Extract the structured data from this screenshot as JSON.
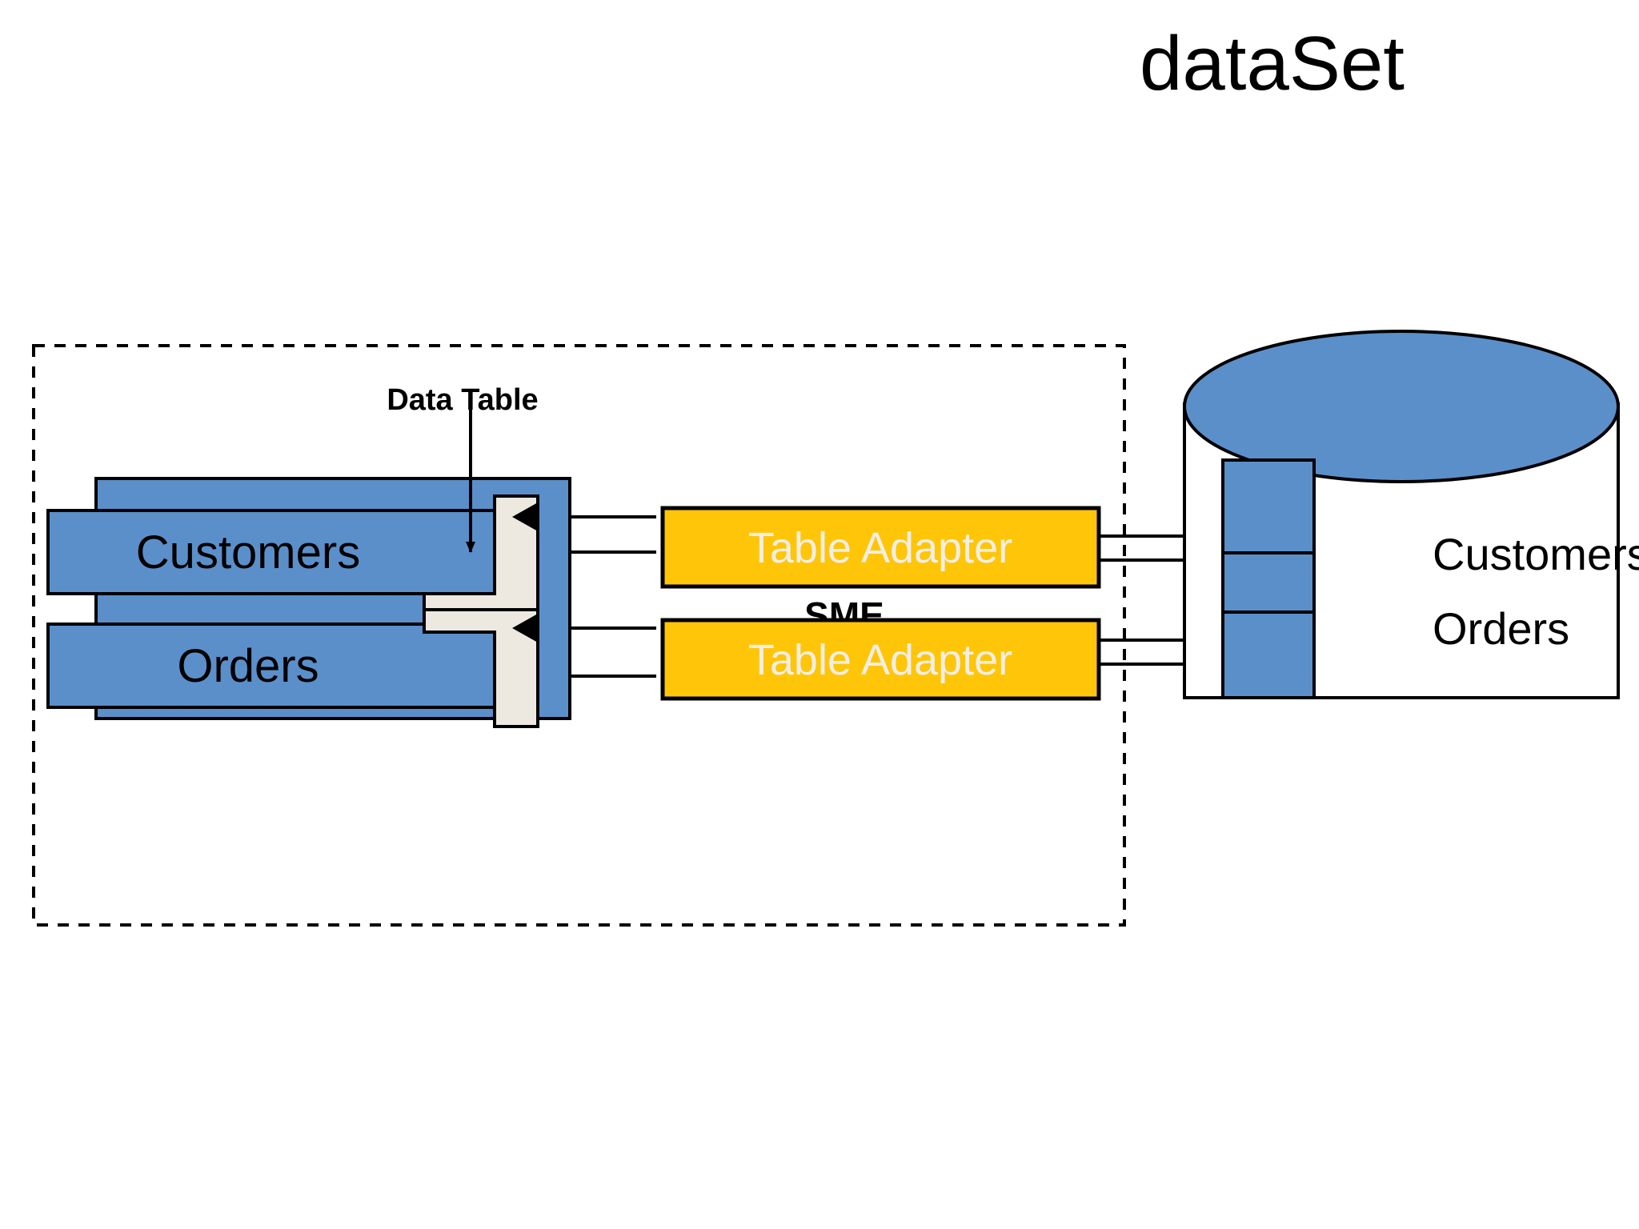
{
  "page": {
    "title": "dataSet",
    "background": "#ffffff"
  },
  "colors": {
    "table_blue": "#5B8FC9",
    "adapter_gold": "#FFC609",
    "adapter_text": "#F1EEE6",
    "notch_beige": "#EDE9E0",
    "stroke": "#000000",
    "dashed_border": "#000000"
  },
  "dataset_container": {
    "name": "dataSet boundary",
    "border_style": "dashed"
  },
  "annotation": {
    "label": "Data Table"
  },
  "data_tables": [
    {
      "label": "Customers"
    },
    {
      "label": "Orders"
    }
  ],
  "table_adapters": [
    {
      "label": "Table Adapter"
    },
    {
      "label": "Table Adapter"
    }
  ],
  "occluded_text": {
    "label": "SME"
  },
  "database": {
    "name": "database-cylinder",
    "lines": [
      "Customers",
      "Orders"
    ],
    "ports": [
      {
        "name": "customers-port"
      },
      {
        "name": "orders-port"
      }
    ]
  }
}
